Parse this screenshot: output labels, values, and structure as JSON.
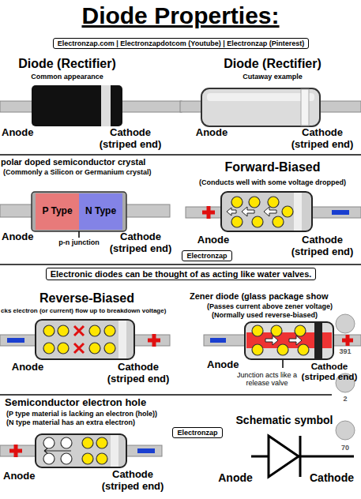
{
  "diagram": {
    "title": "Diode Properties:",
    "nodes": [
      {
        "text": [
          "Electronzap.com | Electronzapdotcom (Youtube) | Electronzap (Pinterest)"
        ]
      },
      {
        "text": [
          "P Type"
        ]
      },
      {
        "text": [
          "N Type"
        ]
      },
      {
        "text": [
          "Electronzap"
        ]
      },
      {
        "text": [
          "Electronic diodes can be thought of as acting like water valves."
        ]
      },
      {
        "text": [
          "Electronzap"
        ]
      }
    ],
    "edges": [],
    "labels": [
      "Diode (Rectifier)",
      "Common appearance",
      "Diode (Rectifier)",
      "Cutaway example",
      "Anode",
      "Cathode (striped end)",
      "Anode",
      "Cathode (striped end)",
      "polar doped semiconductor crystal",
      "(Commonly a Silicon or Germanium crystal)",
      "Forward-Biased",
      "(Conducts well with some voltage dropped)",
      "Anode",
      "p-n junction",
      "Cathode (striped end)",
      "Anode",
      "Cathode (striped end)",
      "Reverse-Biased",
      "cks electron (or current) flow up to breakdown voltage)",
      "Zener diode (glass package show",
      "(Passes current above zener voltage)",
      "(Normally used reverse-biased)",
      "391",
      "Anode",
      "Cathode (striped end)",
      "Anode",
      "Junction acts like a release valve",
      "Cathode (striped end)",
      "Semiconductor electron hole",
      "(P type material is lacking an electron (hole))",
      "(N type material has an extra electron)",
      "2",
      "Schematic symbol",
      "Anode",
      "Cathode (striped end)",
      "70",
      "Anode",
      "Cathode"
    ]
  }
}
